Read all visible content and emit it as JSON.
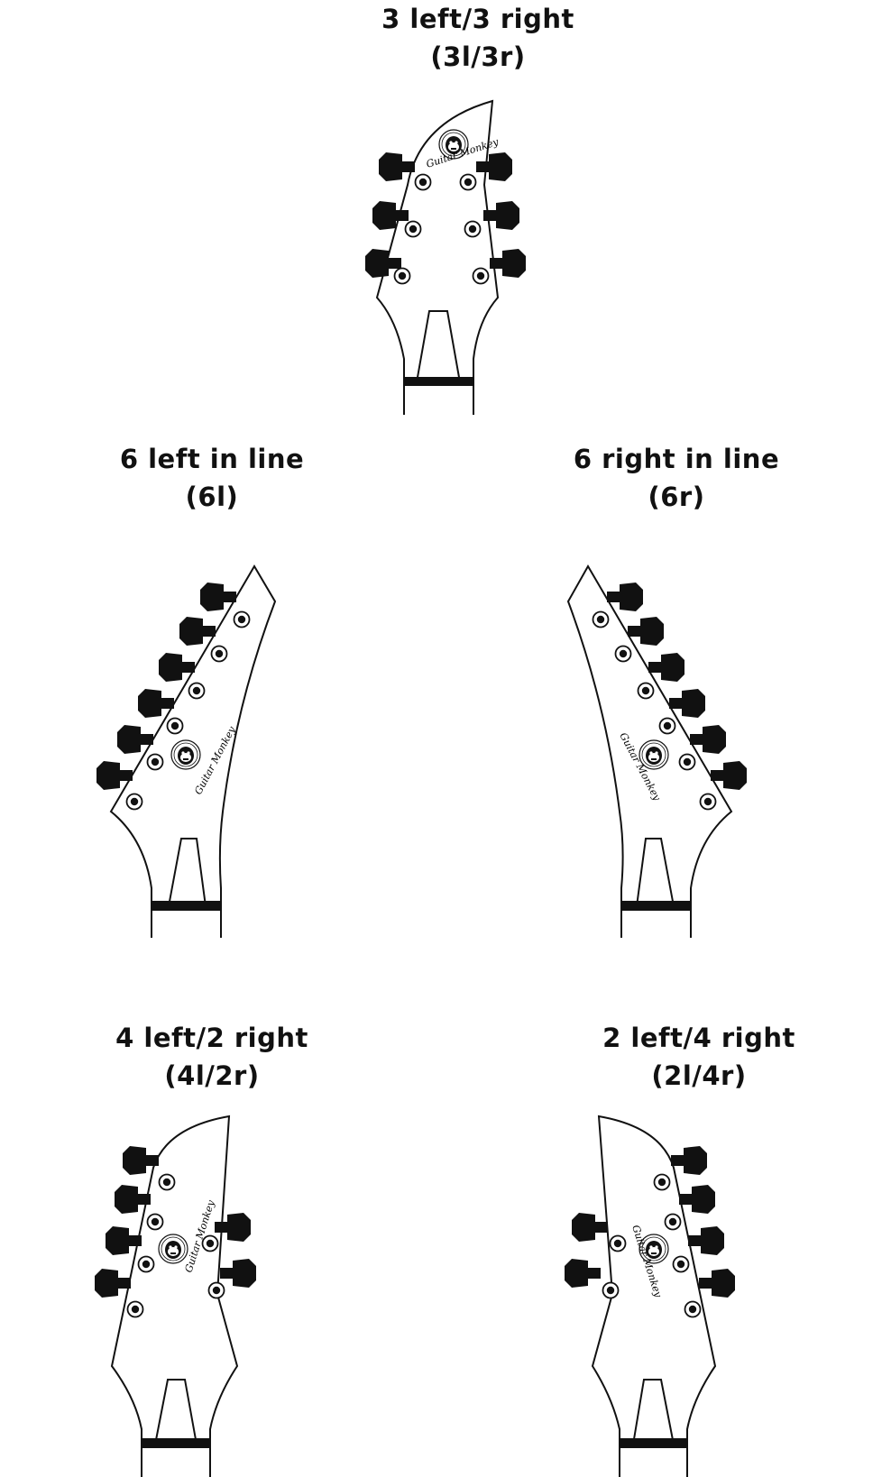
{
  "diagrams": [
    {
      "id": "3l-3r",
      "title": "3 left/3 right",
      "code": "(3l/3r)",
      "left_tuners": 3,
      "right_tuners": 3,
      "logo_text": "Guitar Monkey"
    },
    {
      "id": "6l",
      "title": "6 left in line",
      "code": "(6l)",
      "left_tuners": 6,
      "right_tuners": 0,
      "logo_text": "Guitar Monkey"
    },
    {
      "id": "6r",
      "title": "6 right in line",
      "code": "(6r)",
      "left_tuners": 0,
      "right_tuners": 6,
      "logo_text": "Guitar Monkey"
    },
    {
      "id": "4l-2r",
      "title": "4 left/2 right",
      "code": "(4l/2r)",
      "left_tuners": 4,
      "right_tuners": 2,
      "logo_text": "Guitar Monkey"
    },
    {
      "id": "2l-4r",
      "title": "2 left/4 right",
      "code": "(2l/4r)",
      "left_tuners": 2,
      "right_tuners": 4,
      "logo_text": "Guitar Monkey"
    }
  ],
  "colors": {
    "ink": "#111111",
    "background": "#ffffff"
  },
  "icons": {
    "tuner": "tuner-peg-icon",
    "post": "string-post-icon",
    "logo": "monkey-logo-icon"
  }
}
